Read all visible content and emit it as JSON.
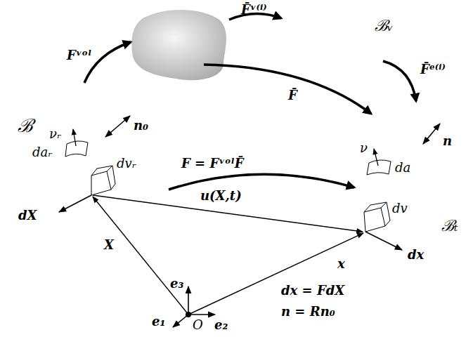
{
  "diagram": {
    "nodes": [
      {
        "text": [
          "ℬ"
        ]
      },
      {
        "text": [
          "ℬᵥ"
        ]
      },
      {
        "text": [
          "ℬₜ"
        ]
      }
    ],
    "edges": [
      {
        "from": 0,
        "to": 2,
        "arrow": "to",
        "label": "F = FᵛᵒˡF̄"
      },
      {
        "from": 1,
        "to": 2,
        "arrow": "to",
        "label": "F̄ᵉ⁽ⁱ⁾"
      }
    ],
    "labels": [
      "Fᵛᵒˡ",
      "F̄ᵛ⁽ⁱ⁾",
      "F̄",
      "n₀",
      "νᵣ",
      "daᵣ",
      "dvᵣ",
      "dX",
      "X",
      "u(X,t)",
      "x",
      "dx",
      "dv",
      "ν",
      "da",
      "n",
      "e₃",
      "e₁",
      "e₂",
      "O",
      "dx = FdX",
      "n = Rn₀"
    ]
  }
}
